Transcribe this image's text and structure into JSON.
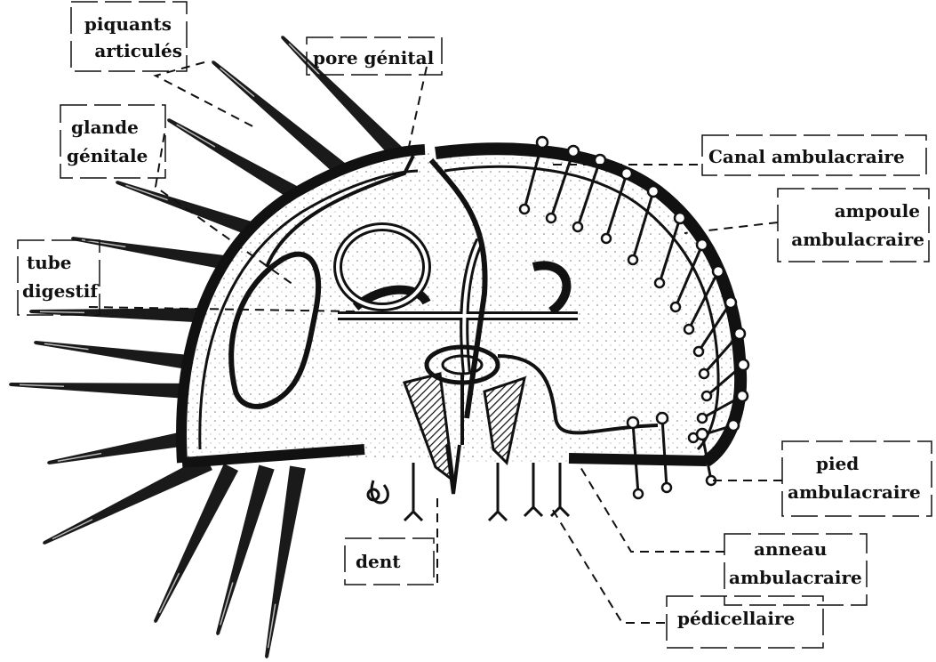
{
  "labels": {
    "piquants_line1": "piquants",
    "piquants_line2": "articulés",
    "pore_genital": "pore génital",
    "glande_line1": "glande",
    "glande_line2": "génitale",
    "tube_line1": "tube",
    "tube_line2": "digestif",
    "canal": "Canal ambulacraire",
    "ampoule_line1": "ampoule",
    "ampoule_line2": "ambulacraire",
    "pied_line1": "pied",
    "pied_line2": "ambulacraire",
    "anneau_line1": "anneau",
    "anneau_line2": "ambulacraire",
    "dent": "dent",
    "pedicellaire": "pédicellaire"
  },
  "colors": {
    "ink": "#111111",
    "paper": "#ffffff",
    "gray": "#9a9a9a"
  }
}
